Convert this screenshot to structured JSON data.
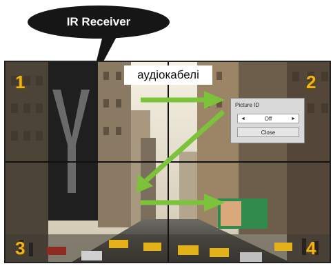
{
  "callout": {
    "label": "IR Receiver"
  },
  "audio_cable_label": "аудіокабелі",
  "panels": [
    "1",
    "2",
    "3",
    "4"
  ],
  "osd": {
    "title": "Picture ID",
    "value": "Off",
    "left_arrow": "◄",
    "right_arrow": "►",
    "close_label": "Close"
  },
  "colors": {
    "arrow": "#7cc23a",
    "panel_number": "#f2b215",
    "bubble": "#161616",
    "divider": "#111111"
  }
}
